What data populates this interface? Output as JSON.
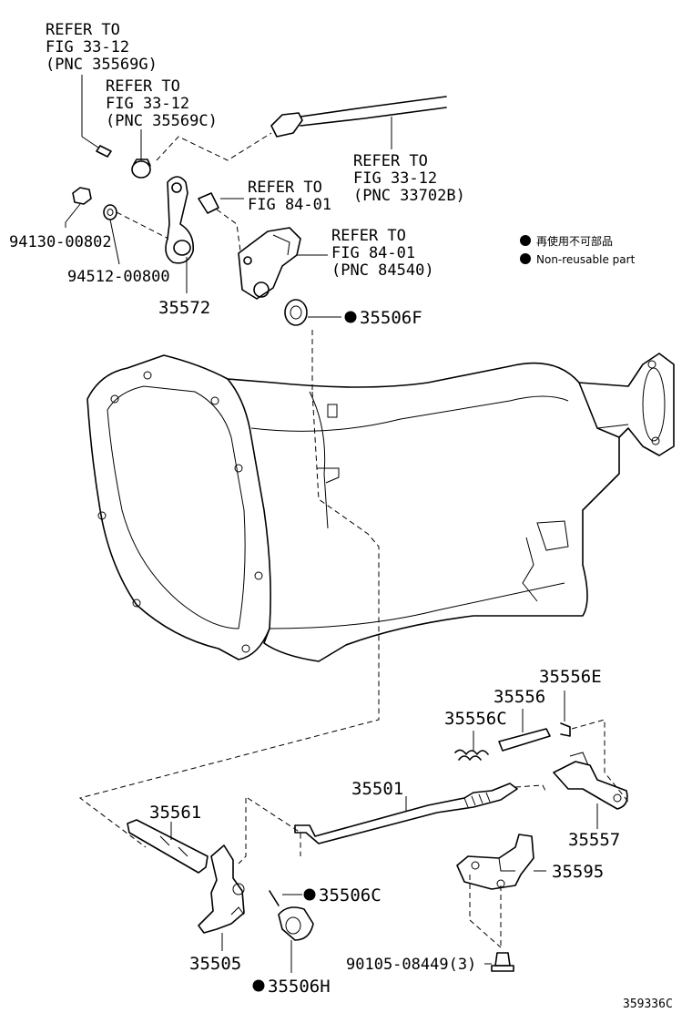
{
  "refs": {
    "ref1": [
      "REFER TO",
      "FIG 33-12",
      "(PNC 35569G)"
    ],
    "ref2": [
      "REFER TO",
      "FIG 33-12",
      "(PNC 35569C)"
    ],
    "ref3": [
      "REFER TO",
      "FIG 33-12",
      "(PNC 33702B)"
    ],
    "ref4": [
      "REFER TO",
      "FIG 84-01"
    ],
    "ref5": [
      "REFER TO",
      "FIG 84-01",
      "(PNC 84540)"
    ]
  },
  "parts": {
    "p94130": "94130-00802",
    "p94512": "94512-00800",
    "p35572": "35572",
    "p35506F": "35506F",
    "p35556E": "35556E",
    "p35556": "35556",
    "p35556C": "35556C",
    "p35501": "35501",
    "p35557": "35557",
    "p35561": "35561",
    "p35595": "35595",
    "p35506C": "35506C",
    "p35505": "35505",
    "p35506H": "35506H",
    "p90105": "90105-08449(3)"
  },
  "legend": {
    "jp": "再使用不可部品",
    "en": "Non-reusable part"
  },
  "figure_code": "359336C"
}
